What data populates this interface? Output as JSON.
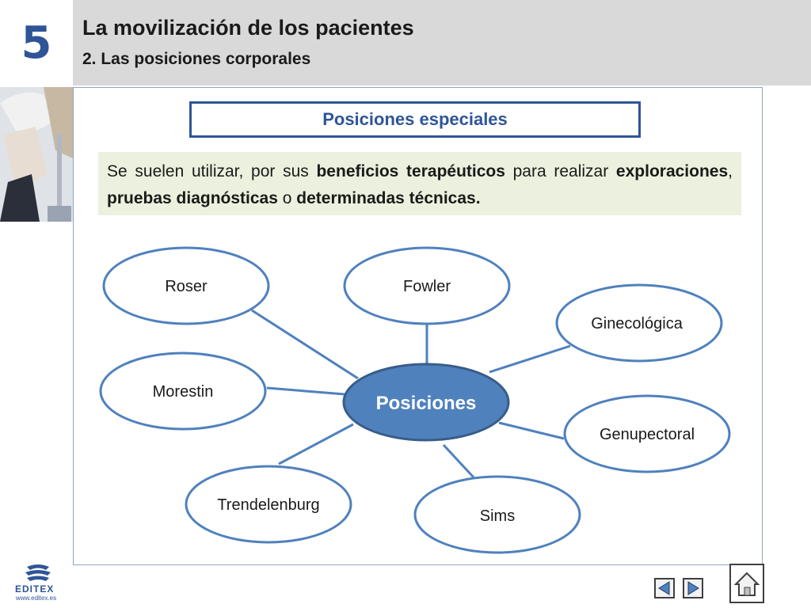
{
  "header": {
    "chapter_number": "5",
    "title": "La movilización de los pacientes",
    "subtitle": "2. Las posiciones corporales"
  },
  "section": {
    "title": "Posiciones especiales"
  },
  "info": {
    "parts": [
      {
        "text": "Se suelen utilizar, por sus ",
        "bold": false
      },
      {
        "text": "beneficios terapéuticos",
        "bold": true
      },
      {
        "text": " para realizar ",
        "bold": false
      },
      {
        "text": "exploraciones",
        "bold": true
      },
      {
        "text": ", ",
        "bold": false
      },
      {
        "text": "pruebas diagnósticas",
        "bold": true
      },
      {
        "text": " o ",
        "bold": false
      },
      {
        "text": "determinadas técnicas.",
        "bold": true
      }
    ]
  },
  "diagram": {
    "center": "Posiciones",
    "nodes": [
      "Roser",
      "Fowler",
      "Ginecológica",
      "Morestin",
      "Genupectoral",
      "Trendelenburg",
      "Sims"
    ]
  },
  "footer": {
    "logo_text": "EDITEX",
    "logo_url": "www.editex.es"
  },
  "colors": {
    "accent": "#2f5597",
    "center_fill": "#4f81bd",
    "info_bg": "#ebf1de",
    "header_bg": "#d9d9d9"
  },
  "icons": [
    "previous-icon",
    "next-icon",
    "home-icon"
  ]
}
